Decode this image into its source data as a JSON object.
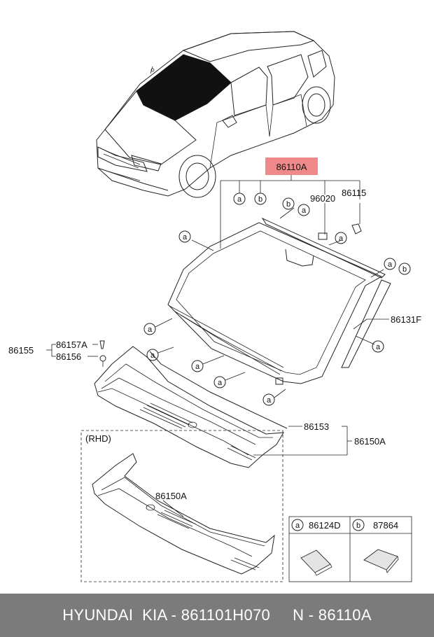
{
  "labels": {
    "part_main": "86110A",
    "part_96020": "96020",
    "part_86115": "86115",
    "part_86131F": "86131F",
    "part_86155": "86155",
    "part_86157A": "86157A",
    "part_86156": "86156",
    "part_86153": "86153",
    "part_86150A": "86150A",
    "part_86150A_rhd": "86150A",
    "rhd": "(RHD)"
  },
  "callouts": {
    "a": "a",
    "b": "b"
  },
  "legend": [
    {
      "key": "a",
      "part": "86124D"
    },
    {
      "key": "b",
      "part": "87864"
    }
  ],
  "highlight_color": "#f08a8a",
  "footer": {
    "text": "HYUNDAI  KIA - 861101H070     N - 86110A"
  }
}
